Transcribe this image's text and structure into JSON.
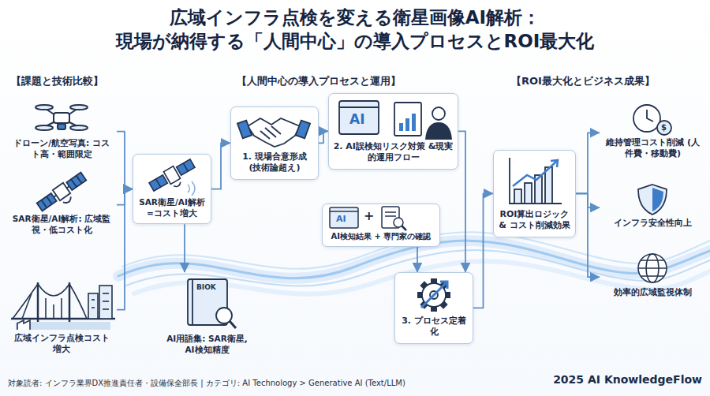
{
  "diagram": {
    "title": "広域インフラ点検を変える衛星画像AI解析： 現場が納得する「人間中心」の導入プロセスとROI最大化",
    "nodes": [
      {
        "text": [
          "ドローン/航空写真: コスト高・範囲限定"
        ]
      },
      {
        "text": [
          "SAR衛星/AI解析: 広域監視・低コスト化"
        ]
      },
      {
        "text": [
          "広域インフラ点検コスト増大"
        ]
      },
      {
        "text": [
          "SAR衛星/AI解析 =コスト増大"
        ]
      },
      {
        "text": [
          "AI用語集: SAR衛星, AI検知精度"
        ]
      },
      {
        "text": [
          "1. 現場合意形成 (技術論超え)"
        ]
      },
      {
        "text": [
          "2. AI誤検知リスク対策 &現実的運用フロー"
        ]
      },
      {
        "text": [
          "AI検知結果 + 専門家の確認"
        ]
      },
      {
        "text": [
          "3. プロセス定着化"
        ]
      },
      {
        "text": [
          "ROI算出ロジック & コスト削減効果"
        ]
      },
      {
        "text": [
          "維持管理コスト削減 (人件費・移動費)"
        ]
      },
      {
        "text": [
          "インフラ安全性向上"
        ]
      },
      {
        "text": [
          "効率的広域監視体制"
        ]
      }
    ],
    "edges": [
      {
        "from": 0,
        "to": 3,
        "arrow": "to"
      },
      {
        "from": 1,
        "to": 3,
        "arrow": "to"
      },
      {
        "from": 2,
        "to": 3,
        "arrow": "to"
      },
      {
        "from": 3,
        "to": 5,
        "arrow": "to"
      },
      {
        "from": 3,
        "to": 4,
        "arrow": "to"
      },
      {
        "from": 5,
        "to": 6,
        "arrow": "to"
      },
      {
        "from": 6,
        "to": 8,
        "arrow": "to"
      },
      {
        "from": 7,
        "to": 8,
        "arrow": "to"
      },
      {
        "from": 8,
        "to": 9,
        "arrow": "to"
      },
      {
        "from": 9,
        "to": 10,
        "arrow": "to"
      },
      {
        "from": 9,
        "to": 11,
        "arrow": "to"
      },
      {
        "from": 9,
        "to": 12,
        "arrow": "to"
      }
    ],
    "labels": [
      "【課題と技術比較】",
      "【人間中心の導入プロセスと運用】",
      "【ROI最大化とビジネス成果】",
      "BIOK",
      "AI",
      "AI",
      "+",
      "対象読者: インフラ業界DX推進責任者・設備保全部長 | カテゴリ: AI Technology > Generative AI (Text/LLM)",
      "2025 AI KnowledgeFlow",
      "$"
    ]
  }
}
